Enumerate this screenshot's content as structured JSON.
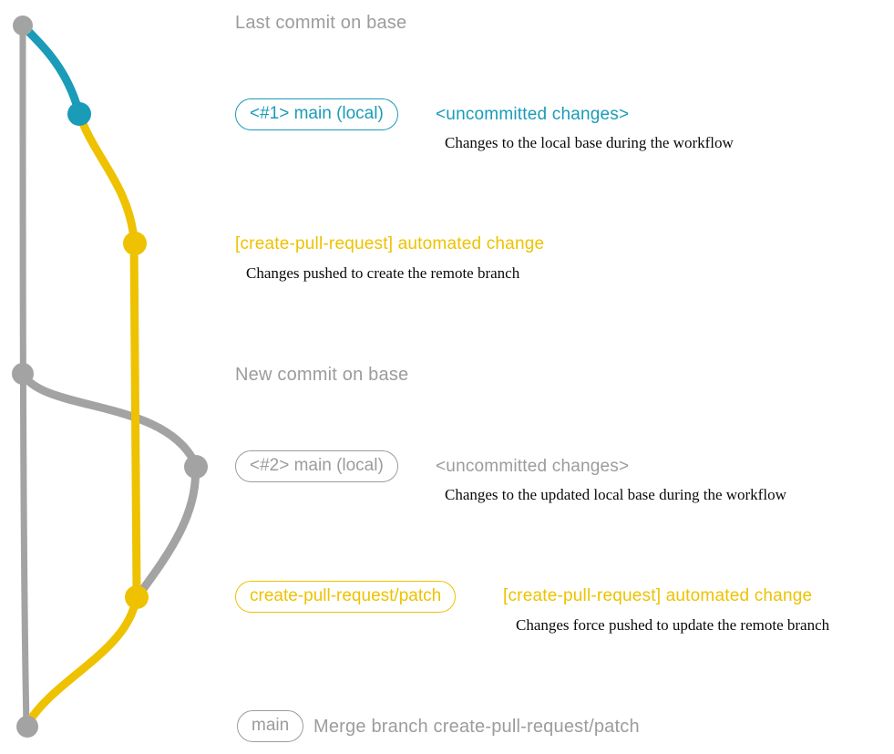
{
  "colors": {
    "graph_gray": "#a3a3a3",
    "text_gray": "#9c9c9c",
    "teal": "#1a9bb8",
    "gold": "#eec200",
    "note_black": "#0a0a0a"
  },
  "annotations": {
    "last_commit": "Last commit on base",
    "new_commit": "New commit on base"
  },
  "rows": {
    "main_local_1": {
      "badge": "<#1> main (local)",
      "status": "<uncommitted changes>",
      "note": "Changes to the local base during the workflow"
    },
    "automated_change_1": {
      "title": "[create-pull-request] automated change",
      "note": "Changes pushed to create the remote branch"
    },
    "main_local_2": {
      "badge": "<#2> main (local)",
      "status": "<uncommitted changes>",
      "note": "Changes to the updated local base during the workflow"
    },
    "automated_change_2": {
      "badge": "create-pull-request/patch",
      "title": "[create-pull-request] automated change",
      "note": "Changes force pushed to update the remote branch"
    },
    "merge": {
      "badge": "main",
      "title": "Merge branch create-pull-request/patch"
    }
  }
}
